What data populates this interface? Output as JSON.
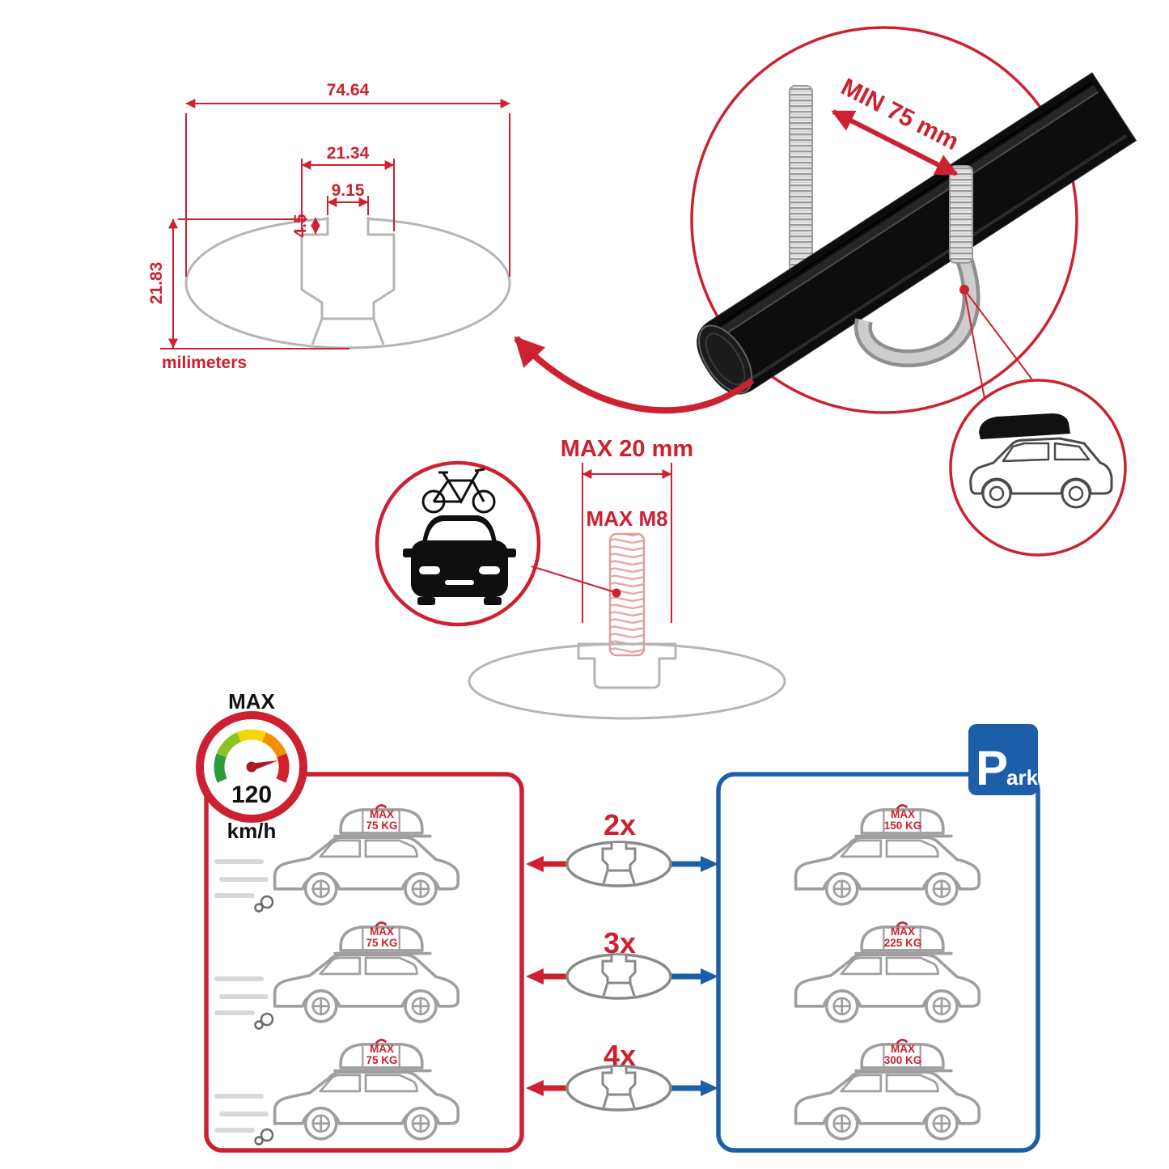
{
  "colors": {
    "red": "#cc2130",
    "blue": "#1c5ea9",
    "gray": "#b5b5b5",
    "black": "#111111"
  },
  "cross_section": {
    "total_width": "74.64",
    "slot_outer_width": "21.34",
    "slot_inner_width": "9.15",
    "slot_lip_depth": "4.5",
    "total_height": "21.83",
    "units_label": "milimeters"
  },
  "clamp_detail": {
    "min_span_label": "MIN 75 mm"
  },
  "bolt_detail": {
    "max_length_label": "MAX 20 mm",
    "max_thread_label": "MAX M8"
  },
  "speed_limit": {
    "title": "MAX",
    "value": "120",
    "unit": "km/h"
  },
  "crossbar_options": [
    {
      "label": "2x"
    },
    {
      "label": "3x"
    },
    {
      "label": "4x"
    }
  ],
  "driving_panel": {
    "cars": [
      {
        "load_title": "MAX",
        "load_value": "75 KG"
      },
      {
        "load_title": "MAX",
        "load_value": "75 KG"
      },
      {
        "load_title": "MAX",
        "load_value": "75 KG"
      }
    ]
  },
  "parking_panel": {
    "sign_letter": "P",
    "sign_suffix": "ark",
    "cars": [
      {
        "load_title": "MAX",
        "load_value": "150 KG"
      },
      {
        "load_title": "MAX",
        "load_value": "225 KG"
      },
      {
        "load_title": "MAX",
        "load_value": "300 KG"
      }
    ]
  }
}
